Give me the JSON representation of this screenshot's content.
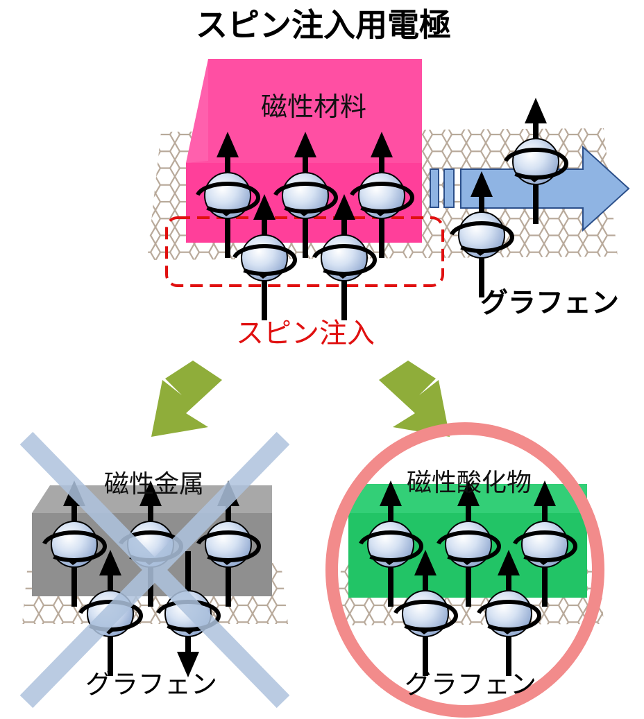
{
  "title": "スピン注入用電極",
  "top_block": {
    "label": "磁性材料",
    "color": "#ff55aa"
  },
  "top_graphene_label": "グラフェン",
  "injection_label": "スピン注入",
  "left_panel": {
    "label": "磁性金属",
    "graphene_label": "グラフェン",
    "block_color": "#8f8f8f",
    "verdict_mark": "cross"
  },
  "right_panel": {
    "label": "磁性酸化物",
    "graphene_label": "グラフェン",
    "block_color": "#22c466",
    "verdict_mark": "circle"
  },
  "colors": {
    "injection_red": "#e01010",
    "flow_arrow": "#8fb4e3",
    "down_arrows": "#8fad3a",
    "cross": "#aec3de",
    "circle": "#f28b8b",
    "spin_ball": "#c9d9ef",
    "graphene_lattice": "#b8a99a"
  }
}
